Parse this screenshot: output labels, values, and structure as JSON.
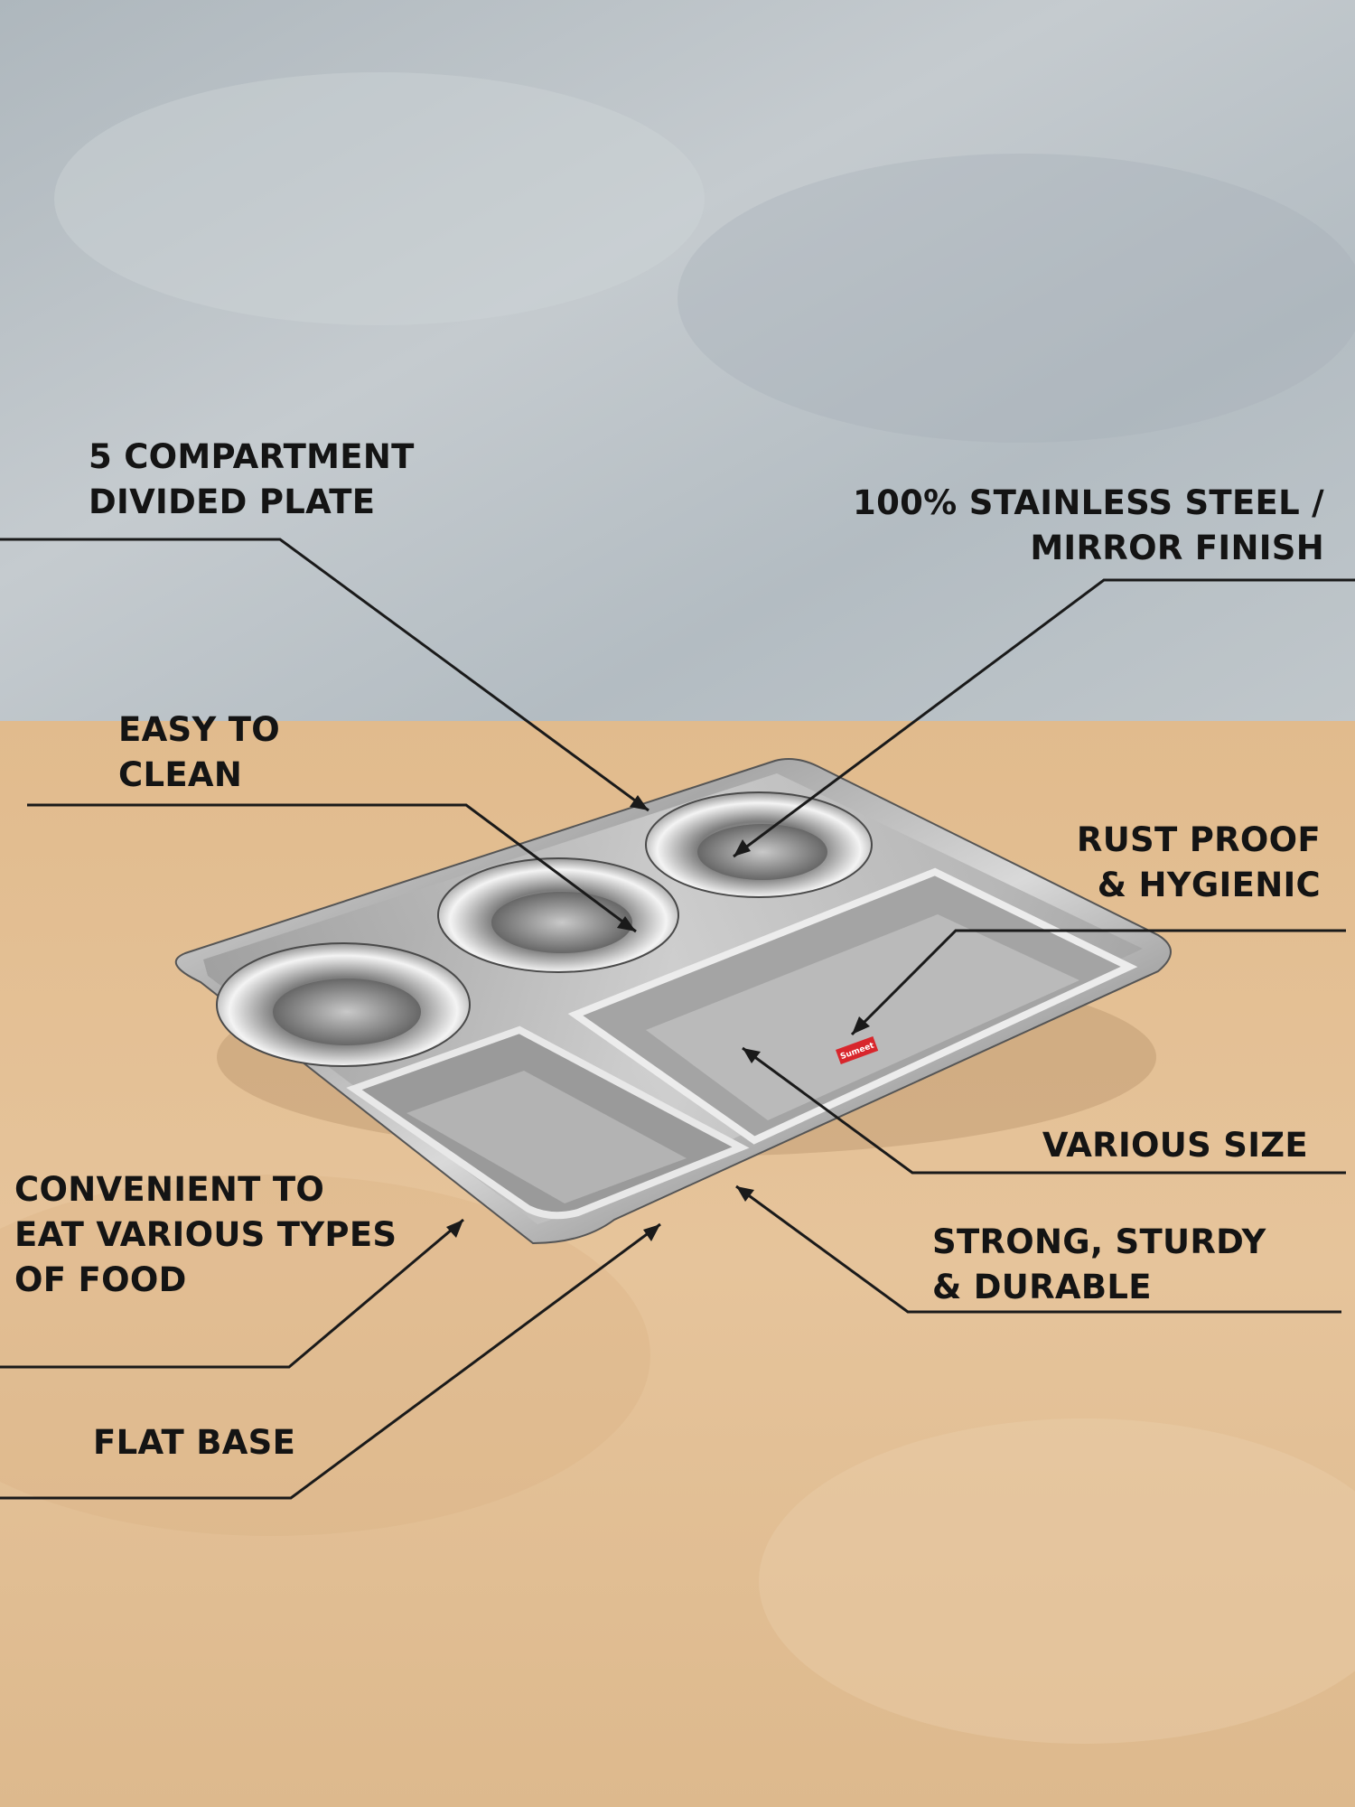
{
  "brand": {
    "badge_text": "Sumeet"
  },
  "features": {
    "compartment": {
      "line1": "5 COMPARTMENT",
      "line2": "DIVIDED PLATE"
    },
    "steel": {
      "line1": "100% STAINLESS STEEL /",
      "line2": "MIRROR FINISH"
    },
    "clean": {
      "line1": "EASY TO",
      "line2": "CLEAN"
    },
    "rust": {
      "line1": "RUST PROOF",
      "line2": "& HYGIENIC"
    },
    "size": {
      "line1": "VARIOUS SIZE"
    },
    "convenient": {
      "line1": "CONVENIENT TO",
      "line2": "EAT VARIOUS TYPES",
      "line3": "OF FOOD"
    },
    "strong": {
      "line1": "STRONG, STURDY",
      "line2": "& DURABLE"
    },
    "flat": {
      "line1": "FLAT BASE"
    }
  },
  "colors": {
    "wall": "#b7bfc4",
    "table": "#e3bf94",
    "text": "#141414",
    "badge": "#d8262c"
  }
}
